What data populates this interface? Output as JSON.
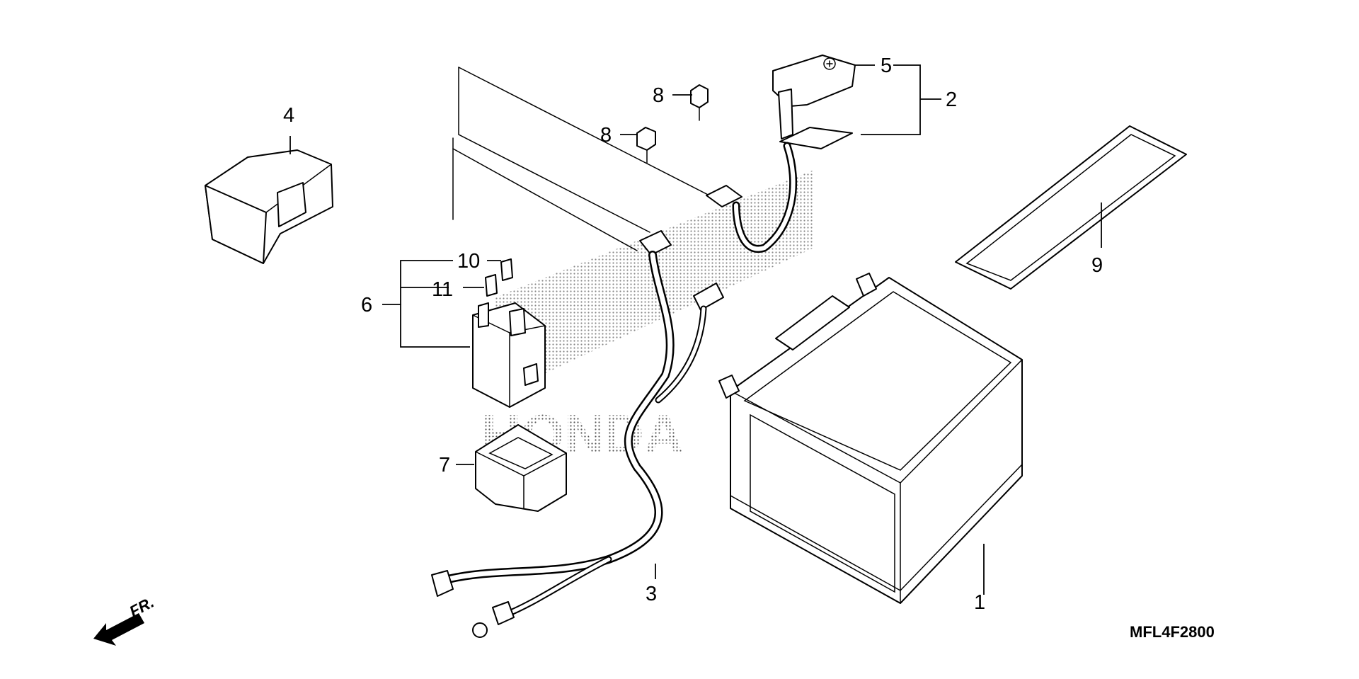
{
  "diagram": {
    "code": "MFL4F2800",
    "direction_label": "FR.",
    "watermark": "HONDA",
    "callouts": {
      "c1": "1",
      "c2": "2",
      "c3": "3",
      "c4": "4",
      "c5": "5",
      "c6": "6",
      "c7": "7",
      "c8a": "8",
      "c8b": "8",
      "c9": "9",
      "c10": "10",
      "c11": "11"
    }
  }
}
